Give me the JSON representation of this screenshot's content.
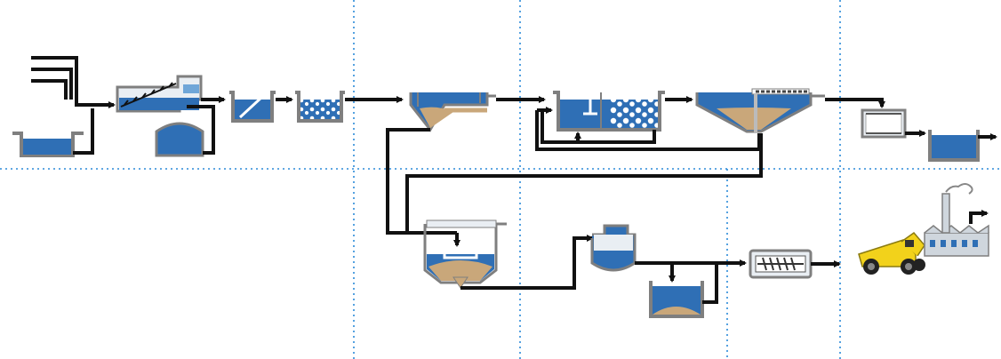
{
  "diagram": {
    "colors": {
      "water": "#2f6fb5",
      "water_light": "#6fa6d8",
      "sludge": "#c9a77a",
      "pipe": "#111111",
      "tank_outline": "#7f7f7f",
      "divider": "#2b8ad9",
      "truck": "#f2d21b",
      "factory": "#cfd6dd"
    },
    "stages": [
      {
        "id": "inlet",
        "icon": "inlet-pipes-icon"
      },
      {
        "id": "screening",
        "icon": "bar-screen-icon"
      },
      {
        "id": "grit",
        "icon": "grit-chamber-icon"
      },
      {
        "id": "primary",
        "icon": "primary-clarifier-icon"
      },
      {
        "id": "biological",
        "icon": "aeration-tank-icon"
      },
      {
        "id": "secondary",
        "icon": "secondary-clarifier-icon"
      },
      {
        "id": "tertiary",
        "icon": "filter-icon"
      },
      {
        "id": "effluent",
        "icon": "effluent-tank-icon"
      },
      {
        "id": "thickener",
        "icon": "sludge-thickener-icon"
      },
      {
        "id": "digester",
        "icon": "digester-icon"
      },
      {
        "id": "dewatering",
        "icon": "screw-press-icon"
      },
      {
        "id": "disposal",
        "icon": "dump-truck-icon"
      },
      {
        "id": "energy",
        "icon": "factory-icon"
      }
    ]
  }
}
